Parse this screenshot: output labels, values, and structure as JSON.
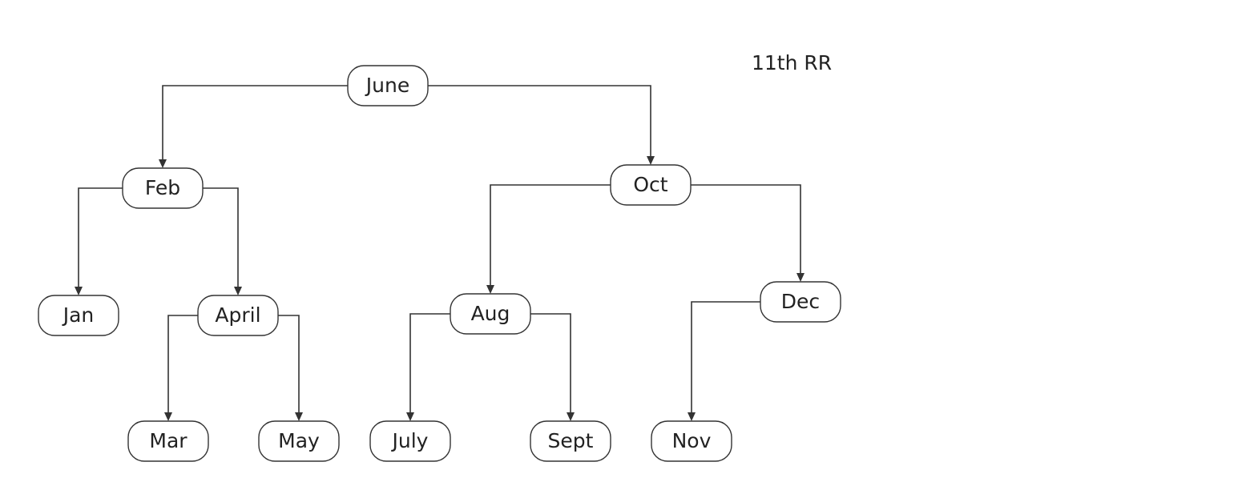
{
  "title": "11th RR",
  "colors": {
    "stroke": "#333333",
    "text": "#222222",
    "node_fill": "#ffffff",
    "background": "#ffffff"
  },
  "nodes": [
    {
      "id": "june",
      "label": "June"
    },
    {
      "id": "feb",
      "label": "Feb"
    },
    {
      "id": "oct",
      "label": "Oct"
    },
    {
      "id": "jan",
      "label": "Jan"
    },
    {
      "id": "april",
      "label": "April"
    },
    {
      "id": "aug",
      "label": "Aug"
    },
    {
      "id": "dec",
      "label": "Dec"
    },
    {
      "id": "mar",
      "label": "Mar"
    },
    {
      "id": "may",
      "label": "May"
    },
    {
      "id": "july",
      "label": "July"
    },
    {
      "id": "sept",
      "label": "Sept"
    },
    {
      "id": "nov",
      "label": "Nov"
    }
  ],
  "edges": [
    {
      "from": "june",
      "to": "feb"
    },
    {
      "from": "june",
      "to": "oct"
    },
    {
      "from": "feb",
      "to": "jan"
    },
    {
      "from": "feb",
      "to": "april"
    },
    {
      "from": "april",
      "to": "mar"
    },
    {
      "from": "april",
      "to": "may"
    },
    {
      "from": "oct",
      "to": "aug"
    },
    {
      "from": "oct",
      "to": "dec"
    },
    {
      "from": "aug",
      "to": "july"
    },
    {
      "from": "aug",
      "to": "sept"
    },
    {
      "from": "dec",
      "to": "nov"
    }
  ]
}
